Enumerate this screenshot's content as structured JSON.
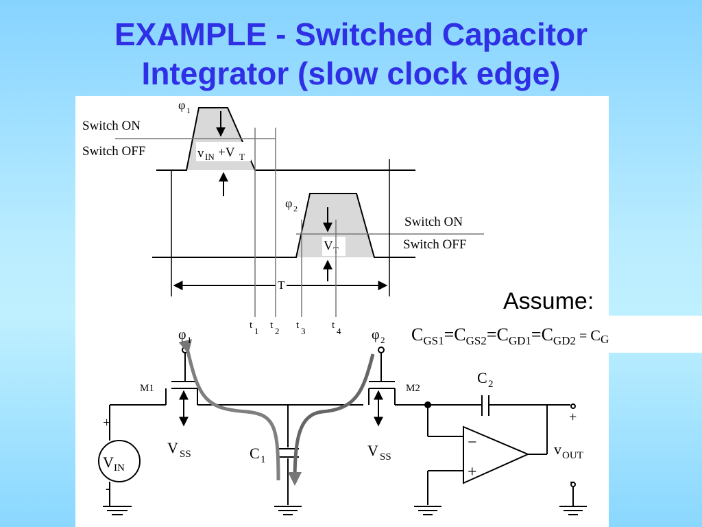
{
  "slide": {
    "title_line1": "EXAMPLE - Switched Capacitor",
    "title_line2": "Integrator (slow clock edge)",
    "assume_label": "Assume:"
  },
  "timing": {
    "phi1_label": "φ",
    "phi1_sub": "1",
    "phi2_label": "φ",
    "phi2_sub": "2",
    "switch_on_1": "Switch ON",
    "switch_off_1": "Switch OFF",
    "switch_on_2": "Switch ON",
    "switch_off_2": "Switch OFF",
    "vin_vt_v": "v",
    "vin_vt_in": "IN",
    "vin_vt_plus": "+V",
    "vin_vt_t": "T",
    "vt_v": "V",
    "vt_t": "T",
    "period_label": "T",
    "t1": "t",
    "t1_sub": "1",
    "t2": "t",
    "t2_sub": "2",
    "t3": "t",
    "t3_sub": "3",
    "t4": "t",
    "t4_sub": "4"
  },
  "circuit": {
    "phi1": "φ",
    "phi1_sub": "1",
    "phi2": "φ",
    "phi2_sub": "2",
    "m1": "M1",
    "m2": "M2",
    "vss1": "V",
    "vss1_sub": "SS",
    "vss2": "V",
    "vss2_sub": "SS",
    "c1": "C",
    "c1_sub": "1",
    "c2": "C",
    "c2_sub": "2",
    "vin": "V",
    "vin_sub": "IN",
    "vin_plus": "+",
    "vin_minus": "-",
    "vout": "v",
    "vout_sub": "OUT",
    "vout_plus": "+",
    "vout_minus": "-",
    "opamp_minus": "−",
    "opamp_plus": "+"
  },
  "equation": {
    "c1": "C",
    "s1": "GS1",
    "eq1": "=",
    "c2": "C",
    "s2": "GS2",
    "eq2": "=",
    "c3": "C",
    "s3": "GD1",
    "eq3": "=",
    "c4": "C",
    "s4": "GD2",
    "eq4": " = ",
    "c5": "C",
    "s5": "G"
  }
}
